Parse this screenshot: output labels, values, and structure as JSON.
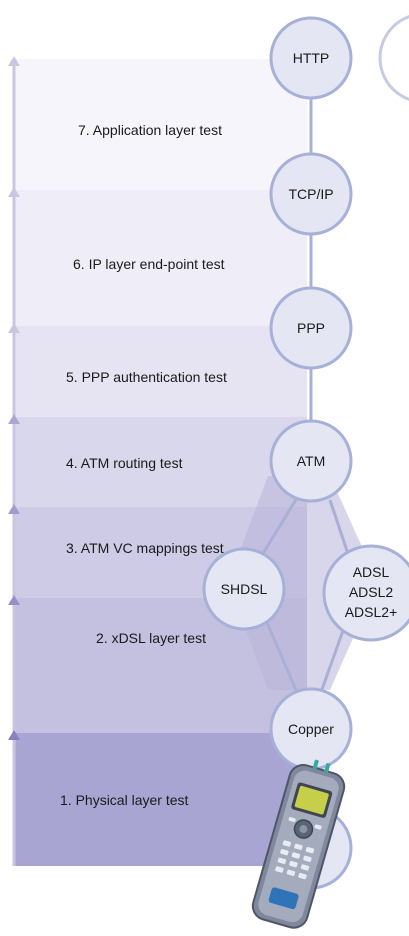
{
  "layers": [
    {
      "label": "7. Application layer test",
      "fill": "#f6f5fb"
    },
    {
      "label": "6. IP layer end-point test",
      "fill": "#efeef8"
    },
    {
      "label": "5. PPP authentication test",
      "fill": "#e6e4f2"
    },
    {
      "label": "4. ATM routing test",
      "fill": "#d9d7ec"
    },
    {
      "label": "3. ATM VC mappings test",
      "fill": "#cecbe6"
    },
    {
      "label": "2. xDSL layer test",
      "fill": "#c3c0e0"
    },
    {
      "label": "1. Physical layer test",
      "fill": "#a9a5d3"
    }
  ],
  "nodes": {
    "http": "HTTP",
    "tcpip": "TCP/IP",
    "ppp": "PPP",
    "atm": "ATM",
    "shdsl": "SHDSL",
    "adsl": [
      "ADSL",
      "ADSL2",
      "ADSL2+"
    ],
    "copper": "Copper"
  },
  "colors": {
    "node_fill": "#e4e6f3",
    "node_stroke": "#a7b0d7",
    "connector": "#a7b0d7",
    "arrow": "#c9c6e3",
    "device_body": "#8b95a8",
    "device_screen": "#c6cf4a"
  }
}
